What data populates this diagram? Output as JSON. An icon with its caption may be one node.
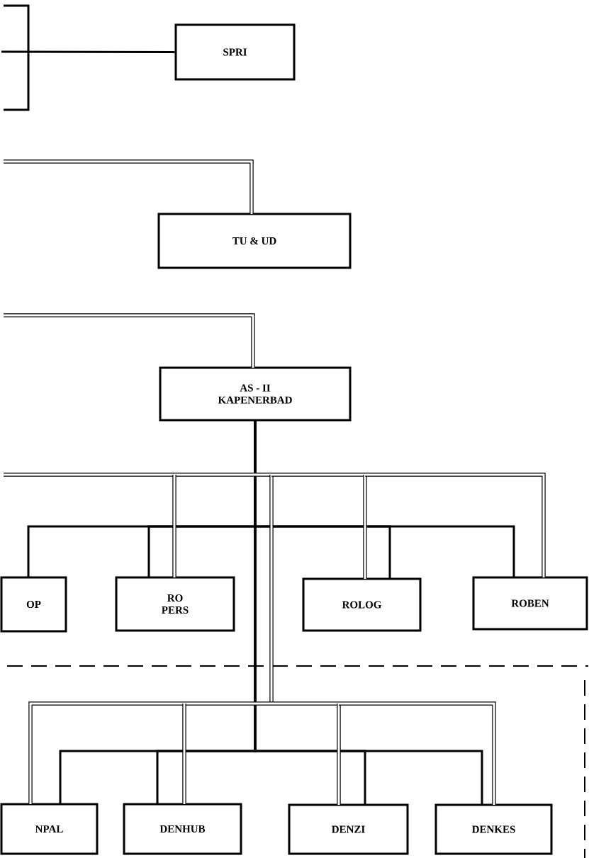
{
  "diagram": {
    "nodes": [
      {
        "text": [
          "SPRI"
        ]
      },
      {
        "text": [
          "TU & UD"
        ]
      },
      {
        "text": [
          "AS - II KAPENERBAD"
        ]
      },
      {
        "text": [
          "OP"
        ]
      },
      {
        "text": [
          "RO PERS"
        ]
      },
      {
        "text": [
          "ROLOG"
        ]
      },
      {
        "text": [
          "ROBEN"
        ]
      },
      {
        "text": [
          "NPAL"
        ]
      },
      {
        "text": [
          "DENHUB"
        ]
      },
      {
        "text": [
          "DENZI"
        ]
      },
      {
        "text": [
          "DENKES"
        ]
      }
    ],
    "edges": [
      {
        "from": null,
        "to": 0,
        "arrow": "none"
      },
      {
        "from": null,
        "to": 1,
        "arrow": "none",
        "style": "thick"
      },
      {
        "from": null,
        "to": 2,
        "arrow": "none",
        "style": "thick"
      },
      {
        "from": 2,
        "to": 3,
        "arrow": "none"
      },
      {
        "from": 2,
        "to": 4,
        "arrow": "none"
      },
      {
        "from": 2,
        "to": 5,
        "arrow": "none"
      },
      {
        "from": 2,
        "to": 6,
        "arrow": "none"
      },
      {
        "from": 2,
        "to": 7,
        "arrow": "none"
      },
      {
        "from": 2,
        "to": 8,
        "arrow": "none"
      },
      {
        "from": 2,
        "to": 9,
        "arrow": "none"
      },
      {
        "from": 2,
        "to": 10,
        "arrow": "none"
      },
      {
        "from": null,
        "to": 4,
        "arrow": "none",
        "style": "thick"
      },
      {
        "from": null,
        "to": 5,
        "arrow": "none",
        "style": "thick"
      },
      {
        "from": null,
        "to": 6,
        "arrow": "none",
        "style": "thick"
      },
      {
        "from": null,
        "to": 7,
        "arrow": "none",
        "style": "thick"
      },
      {
        "from": null,
        "to": 8,
        "arrow": "none",
        "style": "thick"
      },
      {
        "from": null,
        "to": 9,
        "arrow": "none",
        "style": "thick"
      },
      {
        "from": null,
        "to": 10,
        "arrow": "none",
        "style": "thick"
      }
    ]
  }
}
